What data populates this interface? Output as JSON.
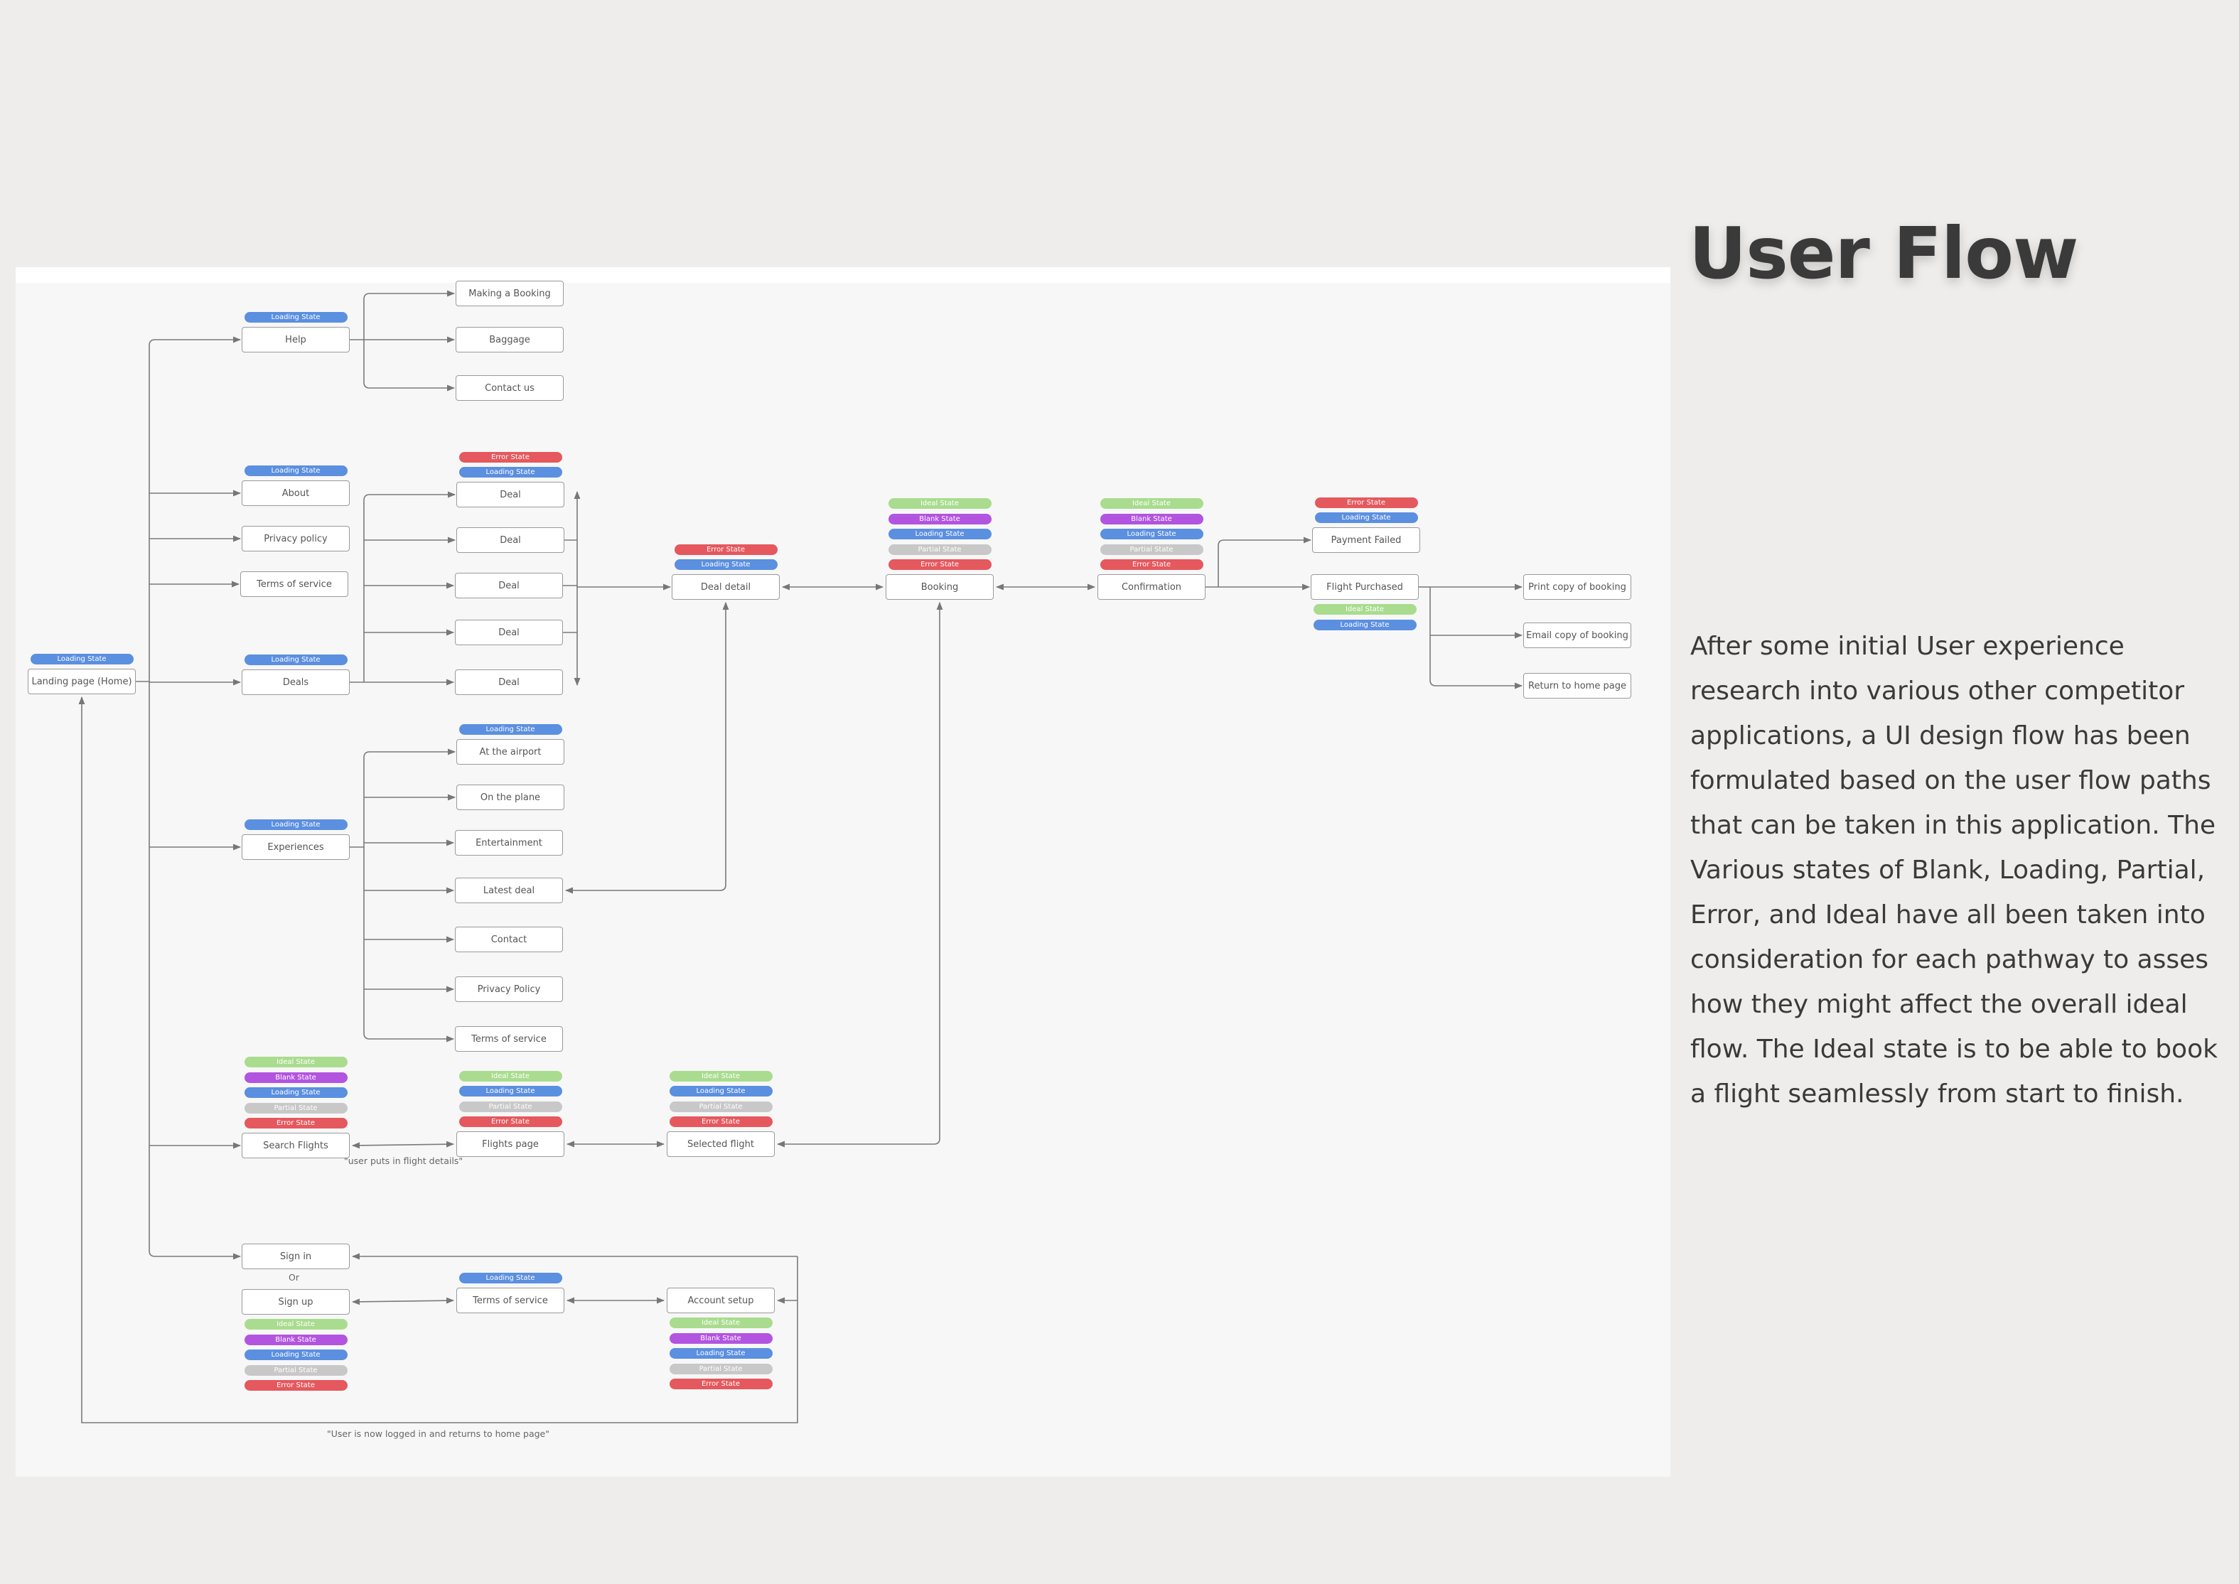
{
  "title": "User Flow",
  "description": "After some initial User experience research into various other competitor applications, a UI design flow has been formulated based on the user flow paths that can be taken in this application. The Various states of Blank, Loading, Partial, Error, and Ideal have all been taken into consideration for each pathway to asses how they might affect the overall ideal flow. The Ideal state is to be able to book a flight seamlessly from start to finish.",
  "state_colors": {
    "Loading State": "#5b8fe0",
    "Error State": "#e5585e",
    "Ideal State": "#a9dc8e",
    "Blank State": "#b254e0",
    "Partial State": "#c8c8c8"
  },
  "nodes": {
    "landing": "Landing page (Home)",
    "help": "Help",
    "making_booking": "Making a Booking",
    "baggage": "Baggage",
    "contact_us": "Contact us",
    "about": "About",
    "privacy": "Privacy policy",
    "terms": "Terms of service",
    "deals": "Deals",
    "deal_1": "Deal",
    "deal_2": "Deal",
    "deal_3": "Deal",
    "deal_4": "Deal",
    "deal_5": "Deal",
    "deal_detail": "Deal detail",
    "booking": "Booking",
    "confirmation": "Confirmation",
    "payment_failed": "Payment Failed",
    "flight_purchased": "Flight Purchased",
    "print_copy": "Print copy of booking",
    "email_copy": "Email copy of booking",
    "return_home": "Return to home page",
    "experiences": "Experiences",
    "at_airport": "At the airport",
    "on_plane": "On the plane",
    "entertainment": "Entertainment",
    "latest_deal": "Latest deal",
    "contact": "Contact",
    "privacy_policy": "Privacy Policy",
    "terms_exp": "Terms of service",
    "search_flights": "Search Flights",
    "flights_page": "Flights page",
    "selected_flight": "Selected flight",
    "sign_in": "Sign in",
    "sign_up": "Sign up",
    "terms_signup": "Terms of service",
    "account_setup": "Account setup"
  },
  "labels": {
    "or": "Or",
    "flight_details": "\"user puts in flight details\"",
    "logged_in": "\"User is now logged in and returns to home page\""
  },
  "states": {
    "landing": [
      "Loading State"
    ],
    "help": [
      "Loading State"
    ],
    "about": [
      "Loading State"
    ],
    "deals": [
      "Loading State"
    ],
    "deal_1": [
      "Error State",
      "Loading State"
    ],
    "deal_detail": [
      "Error State",
      "Loading State"
    ],
    "booking": [
      "Ideal State",
      "Blank State",
      "Loading State",
      "Partial State",
      "Error State"
    ],
    "confirmation": [
      "Ideal State",
      "Blank State",
      "Loading State",
      "Partial State",
      "Error State"
    ],
    "payment_failed": [
      "Error State",
      "Loading State"
    ],
    "flight_purchased": [
      "Ideal State",
      "Loading State"
    ],
    "experiences": [
      "Loading State"
    ],
    "at_airport": [
      "Loading State"
    ],
    "search_flights": [
      "Ideal State",
      "Blank State",
      "Loading State",
      "Partial State",
      "Error State"
    ],
    "flights_page": [
      "Ideal State",
      "Loading State",
      "Partial State",
      "Error State"
    ],
    "selected_flight": [
      "Ideal State",
      "Loading State",
      "Partial State",
      "Error State"
    ],
    "terms_signup": [
      "Loading State"
    ],
    "sign_up": [
      "Ideal State",
      "Blank State",
      "Loading State",
      "Partial State",
      "Error State"
    ],
    "account_setup": [
      "Ideal State",
      "Blank State",
      "Loading State",
      "Partial State",
      "Error State"
    ]
  }
}
